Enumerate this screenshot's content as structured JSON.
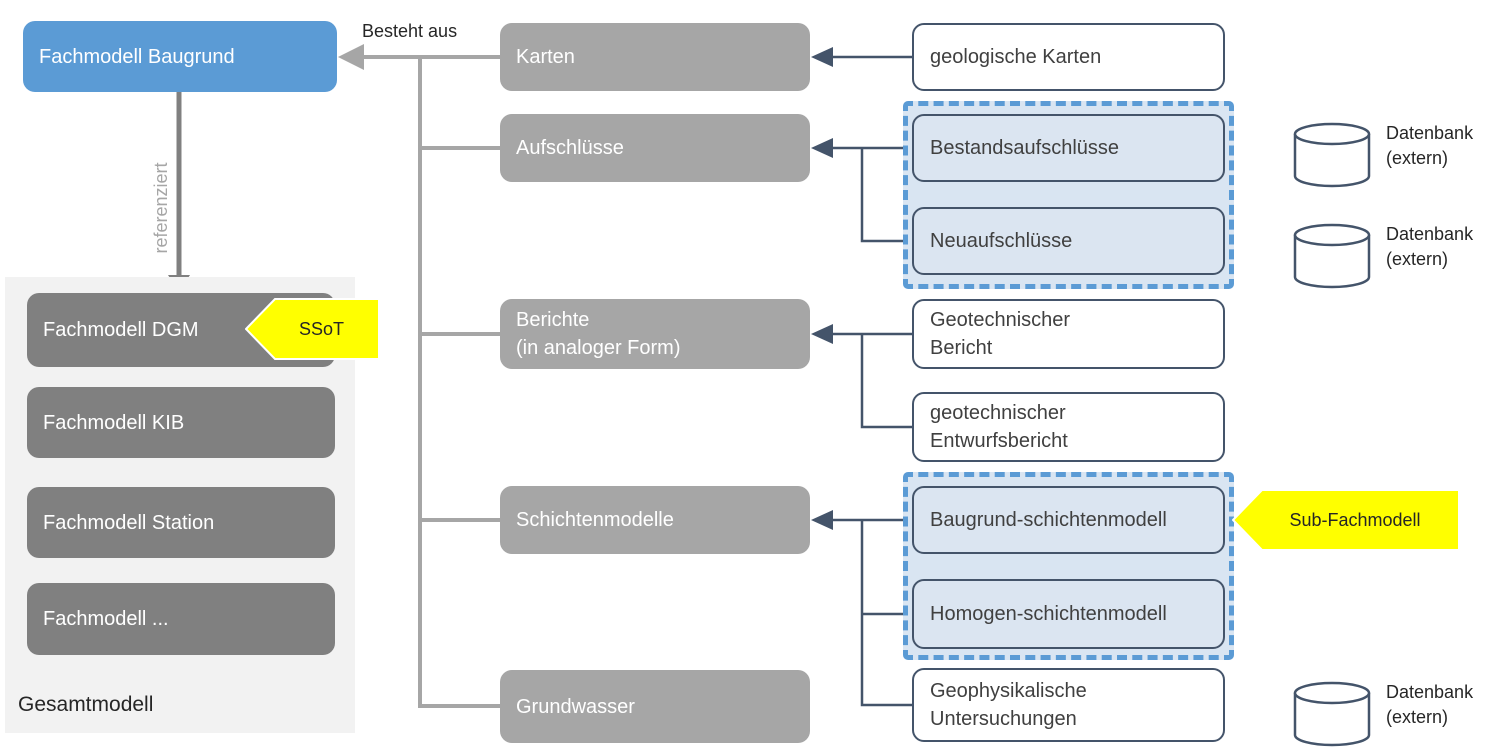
{
  "root": {
    "label": "Fachmodell Baugrund"
  },
  "edge_labels": {
    "besteht_aus": "Besteht aus",
    "referenziert": "referenziert"
  },
  "gesamtmodell": {
    "caption": "Gesamtmodell",
    "items": [
      {
        "label": "Fachmodell DGM"
      },
      {
        "label": "Fachmodell KIB"
      },
      {
        "label": "Fachmodell Station"
      },
      {
        "label": "Fachmodell ..."
      }
    ]
  },
  "callouts": {
    "ssot": "SSoT",
    "sub_fachmodell": "Sub-Fachmodell"
  },
  "categories": [
    {
      "label": "Karten"
    },
    {
      "label": "Aufschlüsse"
    },
    {
      "line1": "Berichte",
      "line2": "(in analoger Form)"
    },
    {
      "label": "Schichtenmodelle"
    },
    {
      "label": "Grundwasser"
    }
  ],
  "sources": [
    {
      "label": "geologische Karten"
    },
    {
      "label": "Bestandsaufschlüsse"
    },
    {
      "label": "Neuaufschlüsse"
    },
    {
      "line1": "Geotechnischer",
      "line2": "Bericht"
    },
    {
      "line1": "geotechnischer",
      "line2": "Entwurfsbericht"
    },
    {
      "label": "Baugrund-schichtenmodell"
    },
    {
      "label": "Homogen-schichtenmodell"
    },
    {
      "line1": "Geophysikalische",
      "line2": "Untersuchungen"
    }
  ],
  "databases": [
    {
      "line1": "Datenbank",
      "line2": "(extern)"
    },
    {
      "line1": "Datenbank",
      "line2": "(extern)"
    },
    {
      "line1": "Datenbank",
      "line2": "(extern)"
    }
  ],
  "colors": {
    "root_blue": "#5b9bd5",
    "category_gray": "#a6a6a6",
    "submodel_gray": "#808080",
    "light_blue_fill": "#dbe5f1",
    "slate_border": "#44546a",
    "dashed_border_blue": "#5b9bd5",
    "panel_gray": "#f2f2f2",
    "callout_yellow": "#ffff00"
  }
}
